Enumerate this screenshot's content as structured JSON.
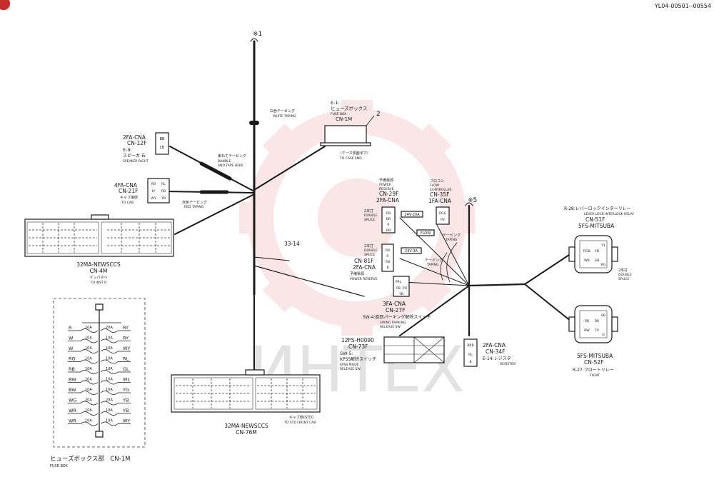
{
  "doc_id": "YL04-00501--00554",
  "corner_badge": "",
  "watermark": {
    "text": "ИHTEX",
    "color": "#e8434b"
  },
  "top_marker": "※1",
  "wire_label_main": "33-14",
  "number_2": "2",
  "white_taping": {
    "jp": "白色テーピング",
    "en": "WHITE TAPING"
  },
  "bundle_tape": {
    "jp": "束ねてテーピング",
    "en1": "BUNDLE",
    "en2": "AND TAPE HERE"
  },
  "red_taping": {
    "jp": "赤色テーピング",
    "en": "RED TAPING"
  },
  "case_end": {
    "jp": "〔ケース側面まで〕",
    "en": "TO CASE END"
  },
  "fuse_box_top": {
    "l1": "E-1:",
    "l2": "ヒューズボックス",
    "l3": "FUSE BOX",
    "l4": "CN-1M"
  },
  "speaker": {
    "l1": "2FA-CNA",
    "l2": "CN-12F",
    "l3": "E-9:",
    "l4": "スピーカ 右",
    "l5": "SPEAKER RIGHT"
  },
  "to_cab": {
    "l1": "4FA-CNA",
    "l2": "CN-21F",
    "l3": "キャブ接続",
    "l4": "TO CAB"
  },
  "cn4m": {
    "l1": "32MA-NEWSCCS",
    "l2": "CN-4M",
    "l3": "インパネへ",
    "l4": "TO INST R"
  },
  "cn76m": {
    "l1": "32MA-NEWSCCS",
    "l2": "CN-76M",
    "l3": "キャブ側(STD)",
    "l4": "TO STD FRONT CAB"
  },
  "power_reserve_top": {
    "l1": "予備電源",
    "l2": "POWER",
    "l3": "RESERVE",
    "l4": "CN-29F",
    "l5": "2FA-CNA"
  },
  "double_splice_1": {
    "l1": "2本打",
    "l2": "DOUBLE",
    "l3": "SPLICE"
  },
  "double_splice_2": {
    "l1": "2本打",
    "l2": "DOUBLE",
    "l3": "SPLICE"
  },
  "cn81f": {
    "l1": "CN-81F",
    "l2": "2FA-CNA",
    "l3": "予備電源",
    "l4": "POWER RESERVE"
  },
  "flow_ctrl": {
    "l1": "フロコン",
    "l2": "FLOW",
    "l3": "CONTROLLER",
    "l4": "CN-35F",
    "l5": "1FA-CNA"
  },
  "marker_5": "※5",
  "fuse_20a": "24V-20A",
  "fuse_3a": "24V-3A",
  "flow_tag": "FLOW",
  "taping_1": {
    "jp": "テーピング",
    "en": "TAPING"
  },
  "taping_2": {
    "jp": "テーピング",
    "en": "TAPING"
  },
  "cn27f": {
    "l1": "3FA-CNA",
    "l2": "CN-27F",
    "l3": "SW-4:旋回パーキング解除スイッチ",
    "l4": "SWING PARKING",
    "l5": "RELEASE SW."
  },
  "cn73f": {
    "l1": "12FS-H0090",
    "l2": "CN-73F",
    "l3": "SW-5:",
    "l4": "KPSS解除スイッチ",
    "l5": "KPSS MODE",
    "l6": "RELEASE SW."
  },
  "cn34f": {
    "l1": "2FA-CNA",
    "l2": "CN-34F",
    "l3": "E-14:レジスタ",
    "l4": "RESISTOR"
  },
  "r28": {
    "l1": "R-28:レバーロックインターリレー",
    "l2": "LEVER LOCK INTERLOCK RELAY",
    "l3": "CN-51F",
    "l4": "5FS-MITSUBA"
  },
  "double_splice_right": {
    "l1": "2本打",
    "l2": "DOUBLE",
    "l3": "SPLICE"
  },
  "r27": {
    "l1": "5FS-MITSUBA",
    "l2": "CN-52F",
    "l3": "R-27:フロートリレー",
    "l4": "FLOAT"
  },
  "fuse_box_caption": {
    "l1": "ヒューズボックス部　CN-1M",
    "l2": "FUSE BOX"
  },
  "fuse_rows": [
    {
      "left": "R",
      "amp_l": "20A",
      "amp_r": "20A",
      "right": "RY"
    },
    {
      "left": "W",
      "amp_l": "10A",
      "amp_r": "10A",
      "right": "RY"
    },
    {
      "left": "W",
      "amp_l": "10A",
      "amp_r": "10A",
      "right": "WY"
    },
    {
      "left": "RG",
      "amp_l": "10A",
      "amp_r": "10A",
      "right": "RL"
    },
    {
      "left": "RB",
      "amp_l": "10A",
      "amp_r": "10A",
      "right": "GL"
    },
    {
      "left": "BW",
      "amp_l": "10A",
      "amp_r": "10A",
      "right": "WL"
    },
    {
      "left": "BW",
      "amp_l": "10A",
      "amp_r": "10A",
      "right": "YG"
    },
    {
      "left": "WG",
      "amp_l": "20A",
      "amp_r": "20A",
      "right": "YB"
    },
    {
      "left": "WR",
      "amp_l": "10A",
      "amp_r": "10A",
      "right": "YB"
    },
    {
      "left": "WR",
      "amp_l": "10A",
      "amp_r": "10A",
      "right": "WY"
    }
  ],
  "connector_pins": {
    "cn12f": [
      "BB",
      "LB"
    ],
    "cn21f": [
      "RB",
      "RL",
      "LY",
      "RB",
      "WY",
      "YB"
    ],
    "cn29f": [
      "RB",
      "BR",
      "R",
      "RB"
    ],
    "cn81f": [
      "RB",
      "R",
      "RB",
      "B"
    ],
    "cn35f": [
      "RGG",
      "PV"
    ],
    "cn27f": [
      "PRL",
      "PB",
      "PO",
      "YB"
    ],
    "cn34f": [
      "BRB",
      "RL",
      "B"
    ],
    "cn51f": [
      "RGB",
      "YB",
      "WB",
      "GB",
      "Y1",
      "RG"
    ],
    "cn52f": [
      "RB",
      "BR",
      "BW",
      "CV",
      "SB",
      "G"
    ]
  }
}
